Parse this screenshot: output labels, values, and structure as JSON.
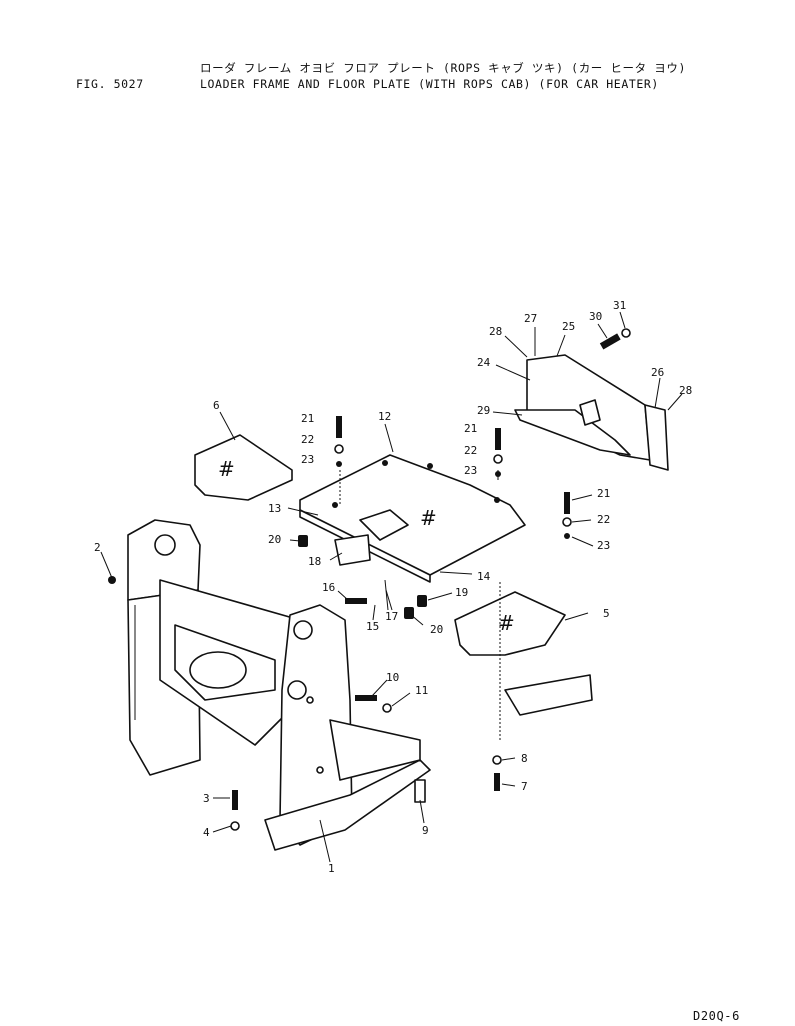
{
  "header": {
    "figure": "FIG. 5027",
    "title_jp": "ローダ フレーム オヨビ フロア プレート (ROPS キャブ ツキ) (カー ヒータ ヨウ)",
    "title_en": "LOADER FRAME AND FLOOR PLATE (WITH ROPS CAB) (FOR CAR HEATER)",
    "code": "D20Q-6"
  },
  "plate_mark": "#",
  "callouts": [
    "1",
    "2",
    "3",
    "4",
    "5",
    "6",
    "7",
    "8",
    "9",
    "10",
    "11",
    "12",
    "13",
    "14",
    "15",
    "16",
    "17",
    "18",
    "19",
    "20",
    "20",
    "21",
    "21",
    "21",
    "22",
    "22",
    "22",
    "23",
    "23",
    "23",
    "24",
    "25",
    "26",
    "27",
    "28",
    "28",
    "29",
    "30",
    "31"
  ]
}
